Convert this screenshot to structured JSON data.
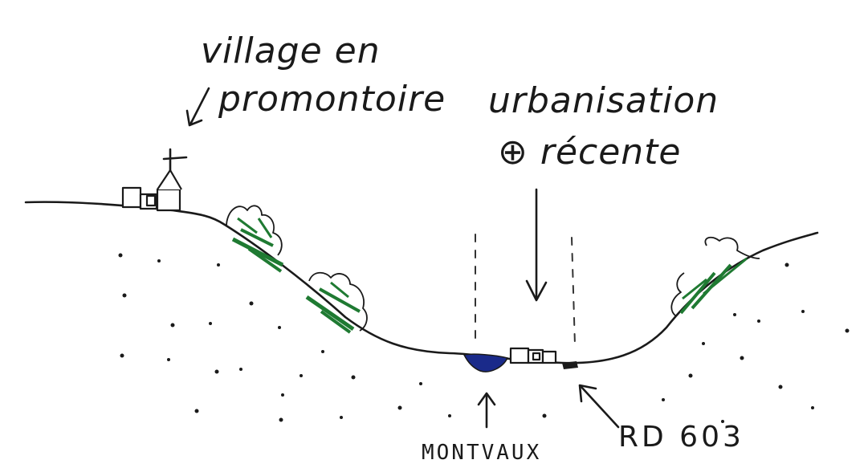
{
  "labels": {
    "village_line1": "village en",
    "village_line2": "promontoire",
    "urban_line1": "urbanisation",
    "urban_line2": "⊕ récente",
    "river": "MONTVAUX",
    "road": "RD 603"
  },
  "colors": {
    "ink": "#1a1a1a",
    "vegetation": "#1f7a32",
    "river": "#1a2a8a",
    "background": "#ffffff"
  }
}
